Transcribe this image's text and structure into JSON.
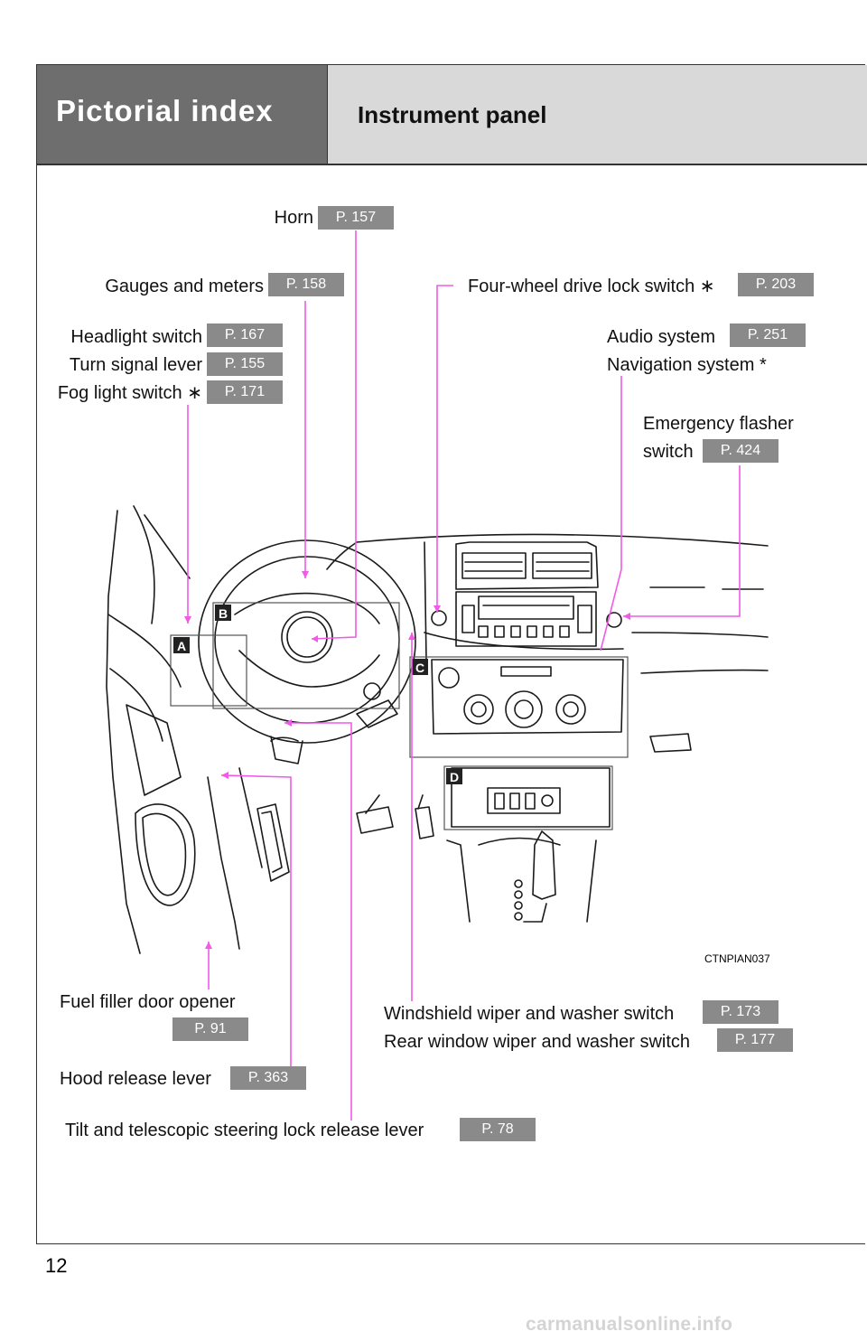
{
  "header": {
    "section_title": "Pictorial index",
    "subsection_title": "Instrument panel"
  },
  "callouts": {
    "horn": {
      "label": "Horn",
      "page": "P. 157"
    },
    "gauges": {
      "label": "Gauges and meters",
      "page": "P. 158"
    },
    "headlight": {
      "label": "Headlight switch",
      "page": "P. 167"
    },
    "turn_signal": {
      "label": "Turn signal lever",
      "page": "P. 155"
    },
    "fog_light": {
      "label": "Fog light switch ∗",
      "page": "P. 171"
    },
    "four_wheel": {
      "label": "Four-wheel drive lock switch ∗",
      "page": "P. 203"
    },
    "audio": {
      "label": "Audio system",
      "page": "P. 251"
    },
    "navigation": {
      "label": "Navigation system *"
    },
    "emergency_line1": {
      "label": "Emergency flasher"
    },
    "emergency": {
      "label": "switch",
      "page": "P. 424"
    },
    "fuel_filler": {
      "label": "Fuel filler door opener",
      "page": "P. 91"
    },
    "hood_release": {
      "label": "Hood release lever",
      "page": "P. 363"
    },
    "windshield_wiper": {
      "label": "Windshield wiper and washer switch",
      "page": "P. 173"
    },
    "rear_wiper": {
      "label": "Rear window wiper and washer switch",
      "page": "P. 177"
    },
    "tilt_telescopic": {
      "label": "Tilt and telescopic steering lock release lever",
      "page": "P. 78"
    }
  },
  "diagram": {
    "area_labels": [
      "A",
      "B",
      "C",
      "D"
    ],
    "image_code": "CTNPIAN037",
    "leader_color": "#f15ae8",
    "badge_color": "#8a8a8a"
  },
  "footer": {
    "page_number": "12",
    "watermark": "carmanualsonline.info"
  }
}
